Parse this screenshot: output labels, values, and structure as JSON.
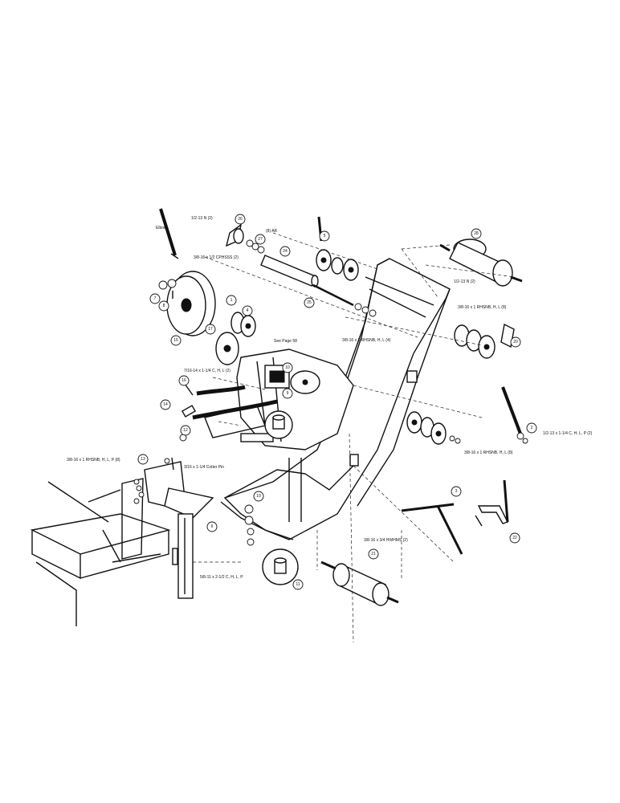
{
  "labels": {
    "elbow": "Elbow",
    "b1": "1/2-13 N (2)",
    "b2": "(8) AR",
    "b3": "3/8-16 x 1/2 CPHSSS (2)",
    "b4": "1/2-13 N (2)",
    "b5": "3/8-16 x 1 RHSNB, H, L (8)",
    "b6": "3/8-16 x 1 RHSNB, H, L (4)",
    "see_page": "See Page 58",
    "b7": "7/16-14 x 1-1/4 C, H, L (2)",
    "b8": "3/8-16 x 1 RHSNB, H, L, P (8)",
    "b9": "3/16 x 1-1/4 Cotter Pin",
    "b10": "3/8-16 x 3/4 HWHMS (2)",
    "b11": "5/8-11 x 2-1/2 C, H, L, P",
    "b12": "1/2-13 x 1-1/4 C, H, L, P (2)",
    "b13": "3/8-16 x 1 RHSNB, H, L (8)"
  },
  "callouts": [
    "7",
    "8",
    "15",
    "17",
    "16",
    "14",
    "12",
    "26",
    "27",
    "24",
    "25",
    "1",
    "5",
    "4",
    "10",
    "9",
    "13",
    "6",
    "19",
    "11",
    "28",
    "2",
    "3",
    "20",
    "22",
    "21"
  ]
}
